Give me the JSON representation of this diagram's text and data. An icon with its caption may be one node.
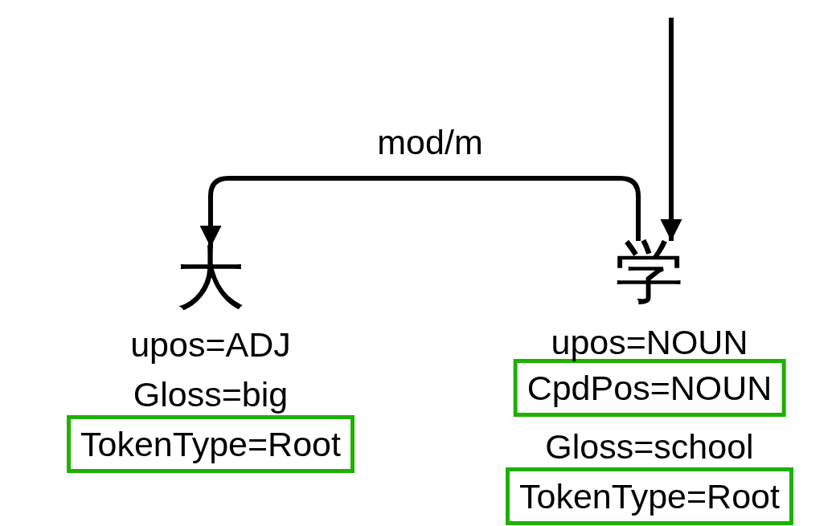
{
  "diagram": {
    "nodes": [
      {
        "text": [
          "大"
        ]
      },
      {
        "text": [
          "学"
        ]
      },
      {
        "text": [
          "TokenType=Root"
        ]
      },
      {
        "text": [
          "CpdPos=NOUN"
        ]
      },
      {
        "text": [
          "TokenType=Root"
        ]
      }
    ],
    "edges": [
      {
        "from": 1,
        "to": 0,
        "arrow": "to",
        "label": "mod/m"
      },
      {
        "from": null,
        "to": 1,
        "arrow": "to"
      }
    ],
    "labels": [
      "upos=ADJ",
      "upos=NOUN",
      "Gloss=big",
      "Gloss=school"
    ]
  }
}
